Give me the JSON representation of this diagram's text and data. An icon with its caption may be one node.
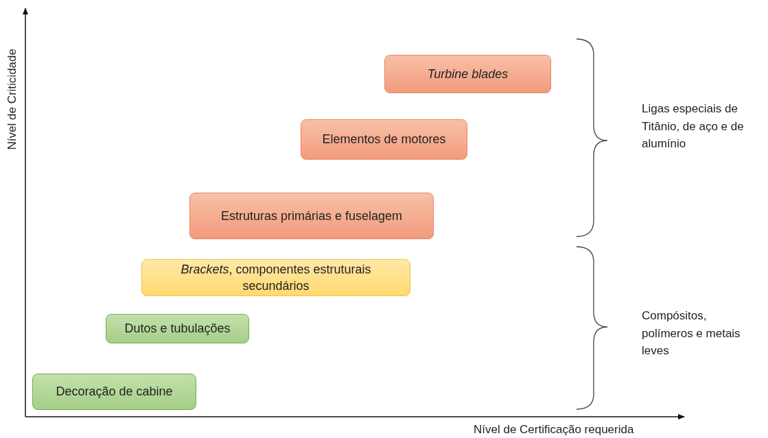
{
  "diagram": {
    "nodes": [
      {
        "text": [
          "Turbine blades"
        ]
      },
      {
        "text": [
          "Elementos de motores"
        ]
      },
      {
        "text": [
          "Estruturas primárias e fuselagem"
        ]
      },
      {
        "text": [
          "*Brackets*, componentes estruturais secundários"
        ]
      },
      {
        "text": [
          "Dutos e tubulações"
        ]
      },
      {
        "text": [
          "Decoração de cabine"
        ]
      }
    ],
    "edges": [],
    "labels": [
      "Nível de Criticidade",
      "Ligas especiais de Titânio, de aço e de alumínio",
      "Compósitos, polímeros e metais leves",
      "Nível de Certificação requerida"
    ]
  }
}
